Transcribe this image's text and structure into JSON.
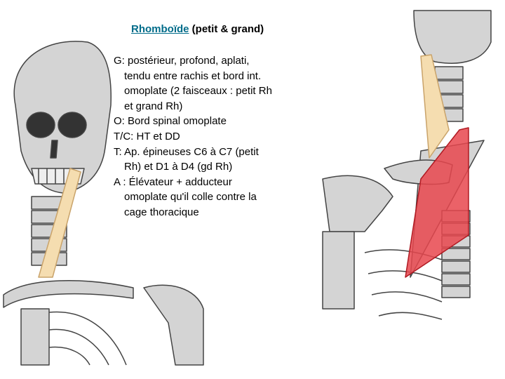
{
  "slide": {
    "title_link": "Rhomboïde",
    "title_rest": " (petit & grand)",
    "lines": [
      "G: postérieur, profond, aplati,",
      "tendu entre rachis et bord int.",
      "omoplate (2 faisceaux  : petit Rh",
      "et grand Rh)",
      "O: Bord spinal omoplate",
      "T/C: HT et DD",
      "T: Ap. épineuses C6 à C7 (petit",
      "Rh) et D1 à D4 (gd Rh)",
      "A  : Élévateur + adducteur",
      "omoplate qu'il colle contre la",
      "cage thoracique"
    ]
  },
  "colors": {
    "bone": "#d4d4d4",
    "bone_outline": "#444444",
    "levator_muscle": "#f5ddb0",
    "rhomboid_muscle": "#e8474d"
  }
}
